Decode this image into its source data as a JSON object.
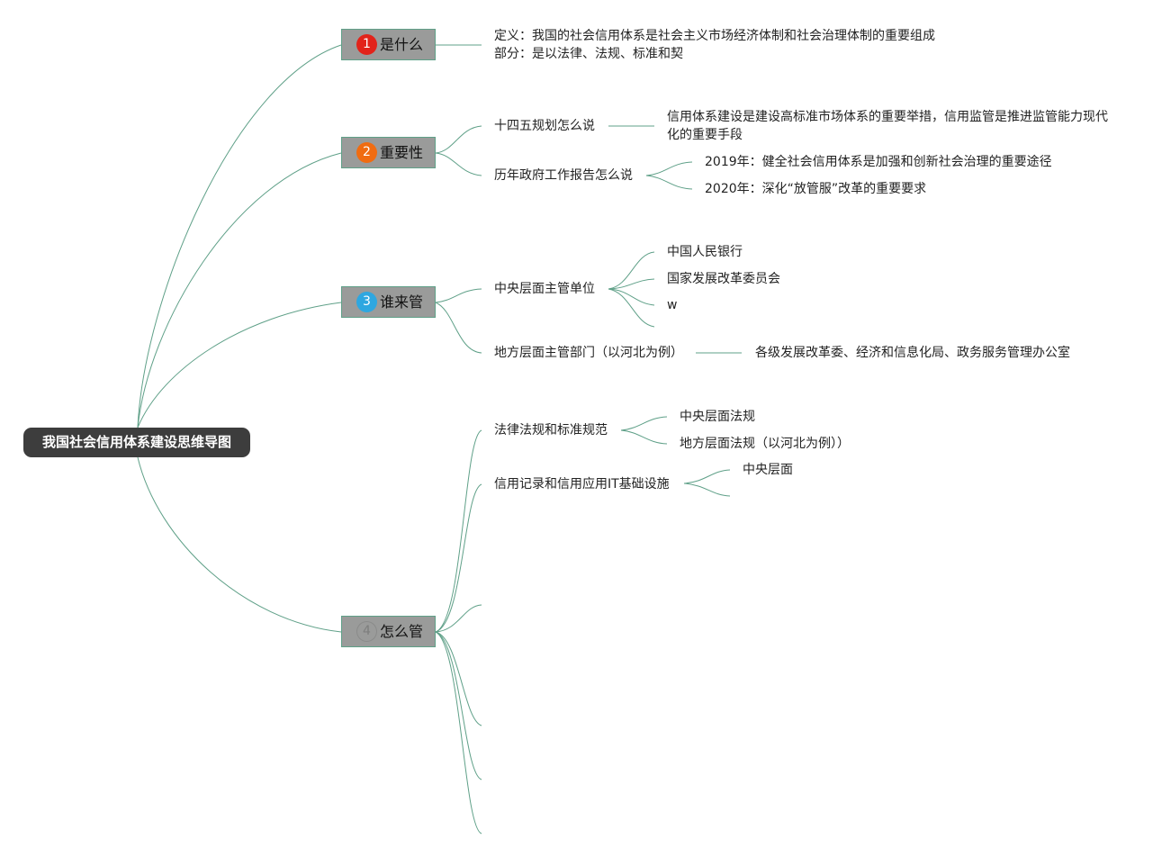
{
  "root": {
    "label": "我国社会信用体系建设思维导图"
  },
  "colors": {
    "root_bg": "#3d3d3d",
    "branch_bg": "#9a9b9a",
    "link": "#5fa088",
    "marker_1": "#e2231a",
    "marker_2": "#f06c11",
    "marker_3": "#2ea7e0",
    "marker_4": "#9a9b9a"
  },
  "branches": [
    {
      "marker": "1",
      "label": "是什么",
      "children": [
        {
          "label": "定义：我国的社会信用体系是社会主义市场经济体制和社会治理体制的重要组成\n部分：是以法律、法规、标准和契"
        }
      ]
    },
    {
      "marker": "2",
      "label": "重要性",
      "children": [
        {
          "label": "十四五规划怎么说",
          "children": [
            {
              "label": "信用体系建设是建设高标准市场体系的重要举措，信用监管是推进监管能力现代\n化的重要手段"
            }
          ]
        },
        {
          "label": "历年政府工作报告怎么说",
          "children": [
            {
              "label": "2019年：健全社会信用体系是加强和创新社会治理的重要途径"
            },
            {
              "label": "2020年：深化“放管服”改革的重要要求"
            }
          ]
        }
      ]
    },
    {
      "marker": "3",
      "label": "谁来管",
      "children": [
        {
          "label": "中央层面主管单位",
          "children": [
            {
              "label": "中国人民银行"
            },
            {
              "label": "国家发展改革委员会"
            },
            {
              "label": "w"
            },
            {
              "label": ""
            }
          ]
        },
        {
          "label": "地方层面主管部门（以河北为例）",
          "children": [
            {
              "label": "各级发展改革委、经济和信息化局、政务服务管理办公室"
            }
          ]
        }
      ]
    },
    {
      "marker": "4",
      "label": "怎么管",
      "children": [
        {
          "label": "法律法规和标准规范",
          "children": [
            {
              "label": "中央层面法规"
            },
            {
              "label": "地方层面法规（以河北为例））"
            }
          ]
        },
        {
          "label": "信用记录和信用应用IT基础设施",
          "children": [
            {
              "label": "中央层面"
            },
            {
              "label": ""
            }
          ]
        },
        {
          "label": ""
        },
        {
          "label": ""
        },
        {
          "label": ""
        },
        {
          "label": ""
        }
      ]
    }
  ]
}
